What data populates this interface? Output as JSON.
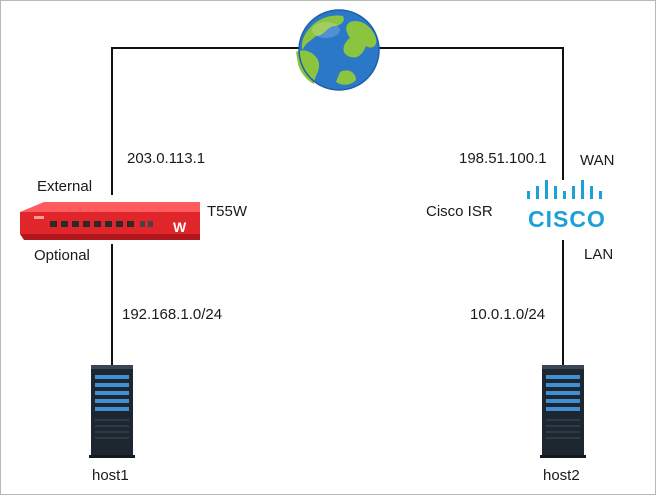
{
  "devices": {
    "firewall": {
      "model": "T55W"
    },
    "router": {
      "name": "Cisco ISR",
      "brand": "CISCO"
    }
  },
  "interfaces": {
    "firewall_external": "External",
    "firewall_optional": "Optional",
    "router_wan": "WAN",
    "router_lan": "LAN"
  },
  "addresses": {
    "firewall_external_ip": "203.0.113.1",
    "router_wan_ip": "198.51.100.1",
    "network_left": "192.168.1.0/24",
    "network_right": "10.0.1.0/24"
  },
  "hosts": {
    "left": "host1",
    "right": "host2"
  },
  "colors": {
    "firewall": "#e0252b",
    "cisco": "#1ba0d7",
    "globe_ocean": "#2b78c9",
    "globe_land": "#8bc43f"
  }
}
